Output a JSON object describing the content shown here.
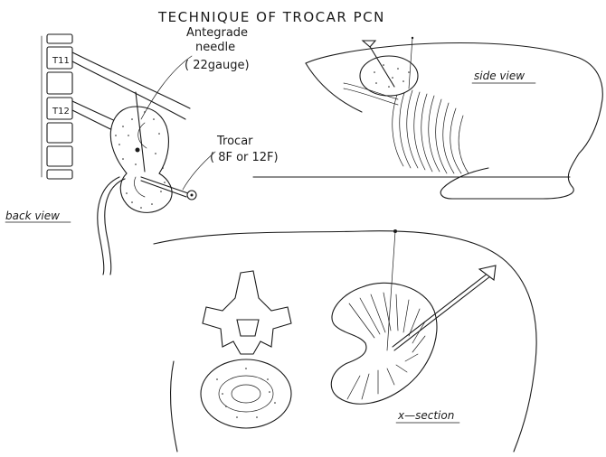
{
  "title": "TECHNIQUE OF TROCAR PCN",
  "labels": {
    "antegrade_line1": "Antegrade",
    "antegrade_line2": "needle",
    "antegrade_line3": "( 22gauge)",
    "trocar_line1": "Trocar",
    "trocar_line2": "( 8F or 12F)",
    "vertebra_t11": "T11",
    "vertebra_t12": "T12"
  },
  "views": {
    "back": "back view",
    "side": "side view",
    "xsection": "x—section"
  }
}
